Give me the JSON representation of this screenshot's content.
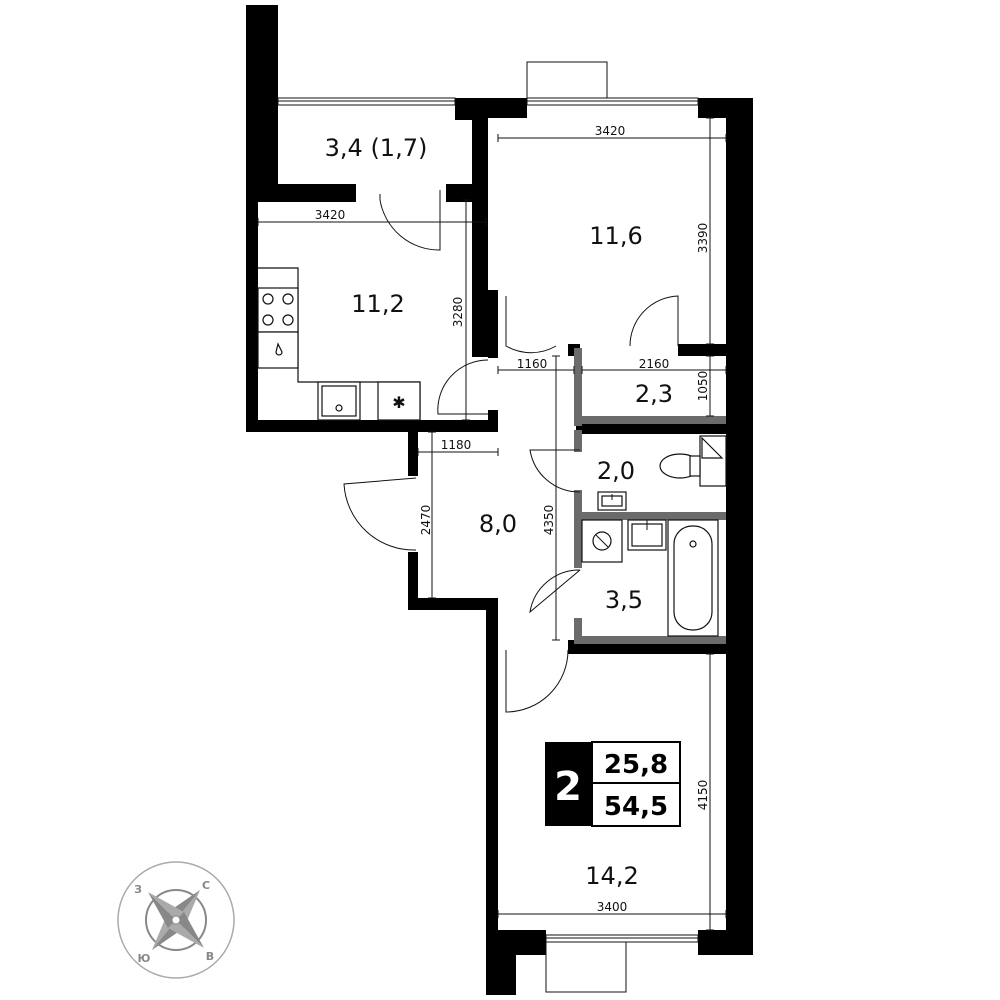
{
  "rooms": {
    "balcony": "3,4 (1,7)",
    "kitchen": "11,2",
    "bedroom_top": "11,6",
    "storage": "2,3",
    "wc": "2,0",
    "hall": "8,0",
    "bathroom": "3,5",
    "bedroom_bottom": "14,2"
  },
  "dimensions": {
    "kitchen_width": "3420",
    "kitchen_height": "3280",
    "bedroom_top_width": "3420",
    "bedroom_top_height": "3390",
    "corridor_width": "1160",
    "storage_width": "2160",
    "storage_height": "1050",
    "hall_width": "1180",
    "hall_height": "2470",
    "corridor_length": "4350",
    "bedroom_bottom_height": "4150",
    "bedroom_bottom_width": "3400"
  },
  "badge": {
    "room_count": "2",
    "living_area": "25,8",
    "total_area": "54,5"
  },
  "compass": {
    "north": "С",
    "west": "З",
    "south": "Ю",
    "east": "В"
  }
}
